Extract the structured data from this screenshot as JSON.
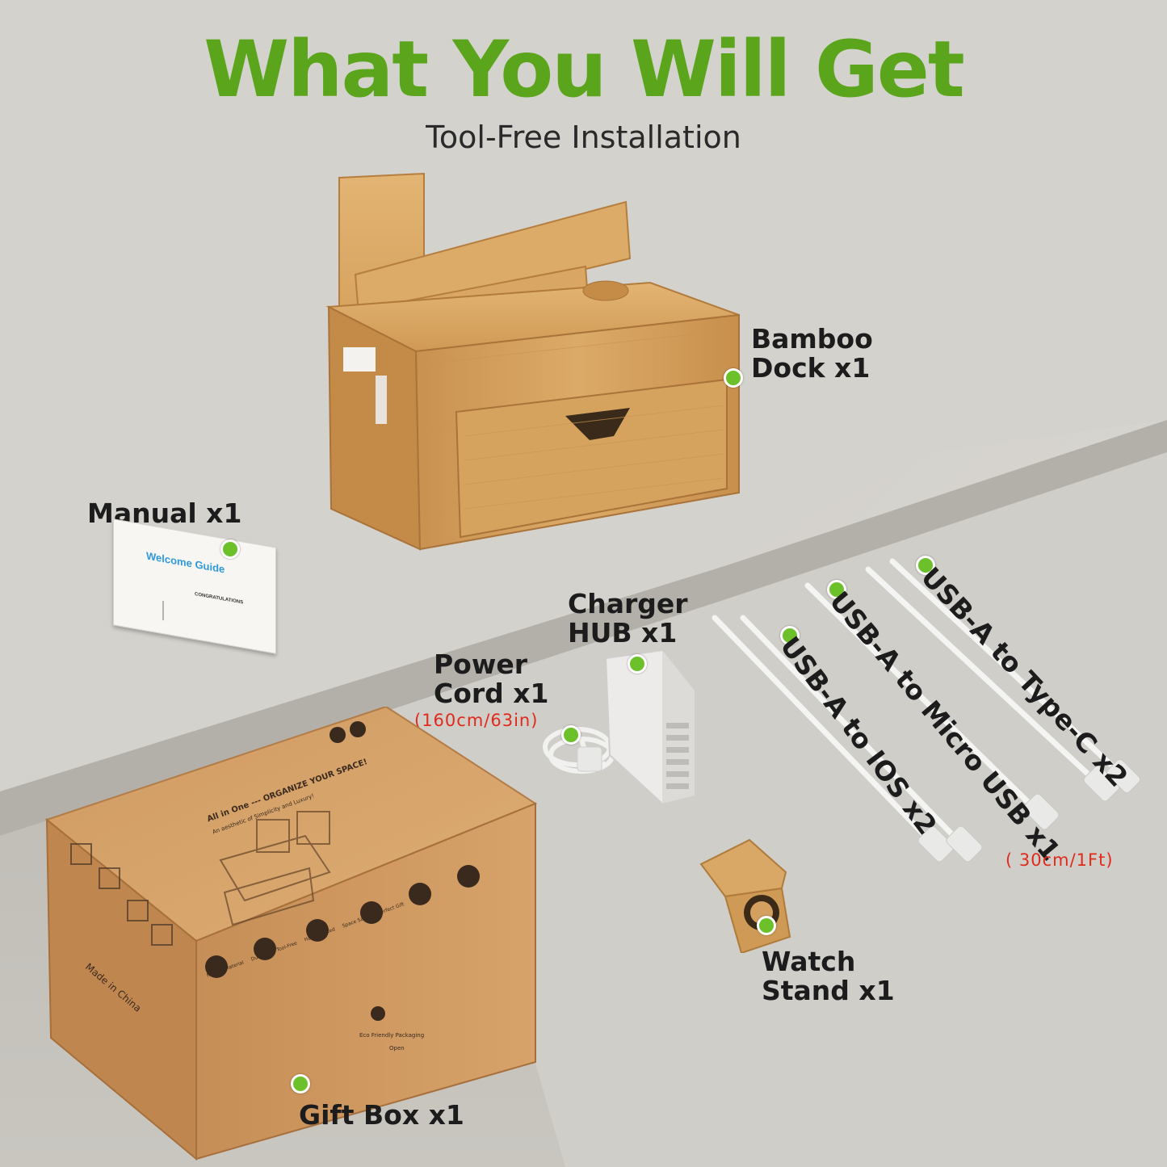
{
  "header": {
    "title": "What You Will Get",
    "subtitle": "Tool-Free Installation"
  },
  "colors": {
    "title_green": "#5aa51c",
    "marker_green": "#6cc12a",
    "note_red": "#e02a1c"
  },
  "items": {
    "bamboo_dock": {
      "line1": "Bamboo",
      "line2": "Dock x1"
    },
    "manual": {
      "label": "Manual x1"
    },
    "charger_hub": {
      "line1": "Charger",
      "line2": "HUB x1"
    },
    "power_cord": {
      "line1": "Power",
      "line2": "Cord x1",
      "length": "(160cm/63in)"
    },
    "usb_ios": {
      "label": "USB-A to IOS  x2"
    },
    "usb_micro": {
      "label": "USB-A to Micro USB x1"
    },
    "usb_typec": {
      "label": "USB-A to Type-C x2"
    },
    "cable_length": "( 30cm/1Ft)",
    "watch_stand": {
      "line1": "Watch",
      "line2": "Stand x1"
    },
    "gift_box": {
      "label": "Gift Box x1"
    }
  },
  "manual_card": {
    "heading": "Welcome Guide",
    "note": "CONGRATULATIONS"
  },
  "gift_box_print": {
    "tagline": "All in One --- ORGANIZE YOUR SPACE!",
    "sub": "An aesthetic of Simplicity and Luxury!",
    "features": [
      "Natural Material",
      "Durable",
      "Tool-Free",
      "Hand Crafted",
      "Space Saver",
      "Perfect Gift"
    ],
    "side": "Made in China",
    "bottom": "Eco Friendly Packaging",
    "open": "Open"
  }
}
